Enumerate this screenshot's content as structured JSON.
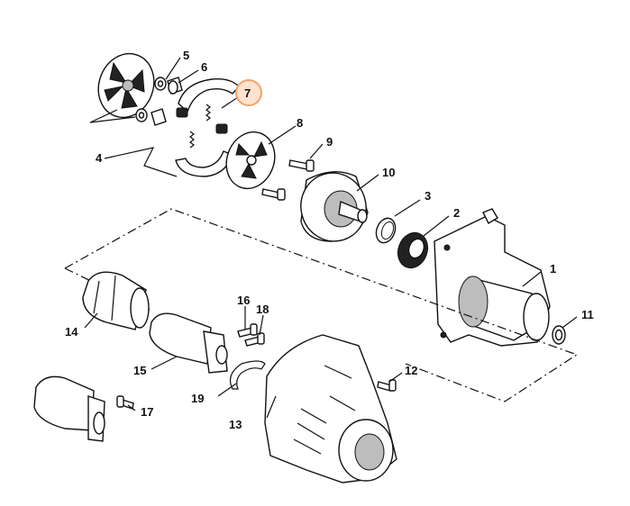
{
  "highlight_color": "#f4a36a",
  "highlight_fill": "#fde3cf",
  "callouts": {
    "p1": "1",
    "p2": "2",
    "p3": "3",
    "p4": "4",
    "p5": "5",
    "p6": "6",
    "p7": "7",
    "p8": "8",
    "p9": "9",
    "p10": "10",
    "p11": "11",
    "p12": "12",
    "p13": "13",
    "p14": "14",
    "p15": "15",
    "p16": "16",
    "p17": "17",
    "p18": "18",
    "p19": "19"
  },
  "highlighted_callout": "7"
}
